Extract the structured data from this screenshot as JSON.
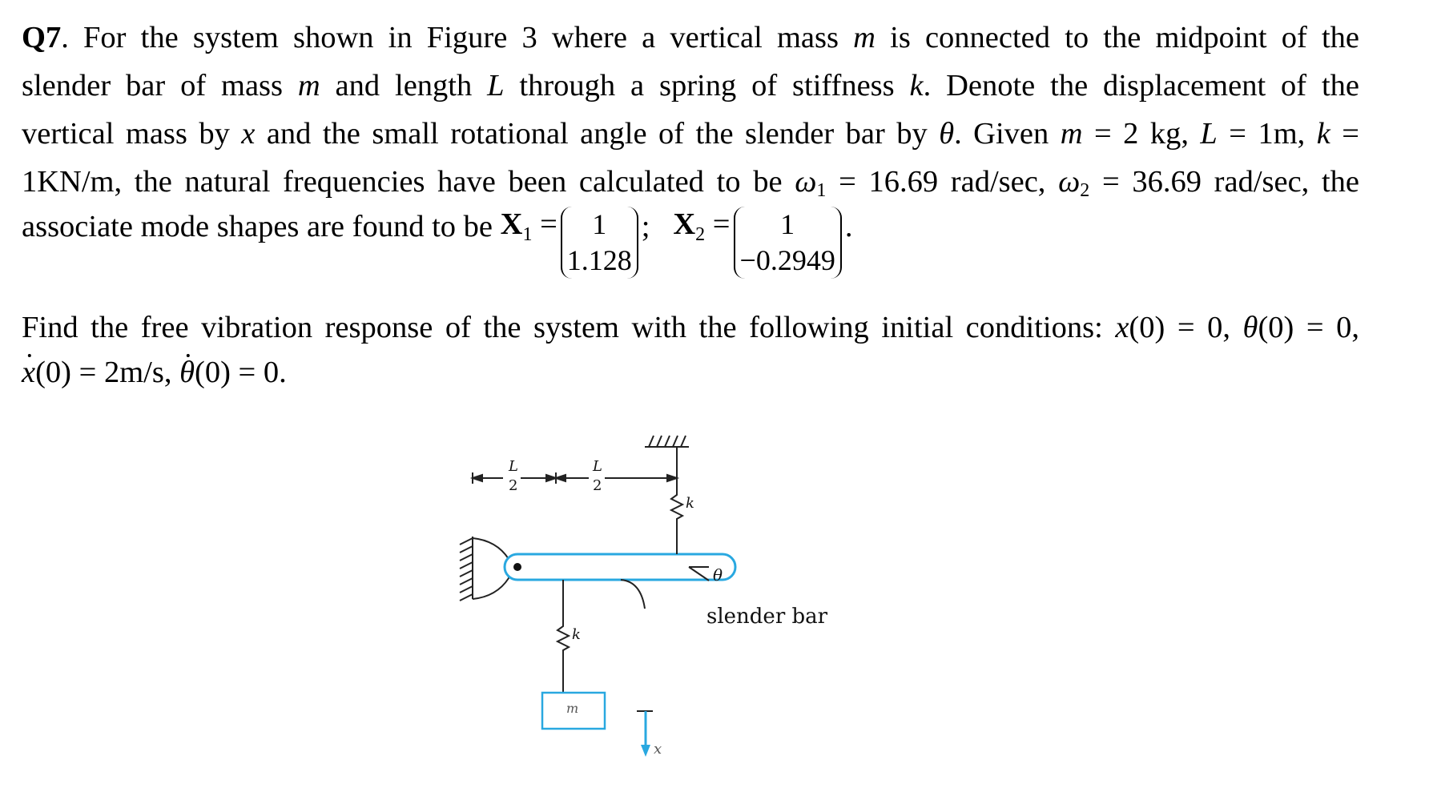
{
  "question": {
    "label": "Q7",
    "line1": ". For the system shown in Figure 3 where a vertical mass ",
    "line1_m": "m",
    "line1_end": " is connected to the midpoint of the",
    "line2_a": "slender bar of mass ",
    "line2_m": "m",
    "line2_b": " and length ",
    "line2_L": "L",
    "line2_c": " through a spring of stiffness ",
    "line2_k": "k",
    "line2_d": ". Denote the displacement of the",
    "line3_a": "vertical mass by ",
    "line3_x": "x",
    "line3_b": " and the small rotational angle of the slender bar by ",
    "line3_theta": "θ",
    "line3_c": ". Given ",
    "line3_m": "m",
    "line3_d": " = 2 kg, ",
    "line3_L": "L",
    "line3_e": " = 1m, ",
    "line3_k": "k",
    "line3_f": " =",
    "line4_a": "1KN/m, the natural frequencies have been calculated to be ",
    "line4_w1": "ω",
    "line4_w1_sub": "1",
    "line4_b": " = 16.69 rad/sec, ",
    "line4_w2": "ω",
    "line4_w2_sub": "2",
    "line4_c": " = 36.69 rad/sec, the",
    "line5_a": "associate mode shapes are found to be ",
    "mode1_label": "X",
    "mode1_sub": "1",
    "mode1_top": "1",
    "mode1_bottom": "1.128",
    "mode_sep": ";",
    "mode2_label": "X",
    "mode2_sub": "2",
    "mode2_top": "1",
    "mode2_bottom": "−0.2949",
    "eq": "=",
    "period": ".",
    "line6_a": "Find the free vibration response of the system with the following initial conditions: ",
    "line6_x": "x",
    "line6_b": "(0) = 0, ",
    "line6_theta": "θ",
    "line6_c": "(0) = 0,",
    "line7_x": "x",
    "line7_a": "(0) = 2m/s, ",
    "line7_theta": "θ",
    "line7_b": "(0) = 0."
  },
  "figure": {
    "dim_label_num": "L",
    "dim_label_den": "2",
    "spring_label": "k",
    "angle_label": "θ",
    "mass_label": "m",
    "displacement_label": "x",
    "bar_caption": "slender bar",
    "colors": {
      "bar": "#29a8e0",
      "mass": "#29a8e0",
      "arrow": "#29a8e0",
      "line": "#222222"
    }
  }
}
